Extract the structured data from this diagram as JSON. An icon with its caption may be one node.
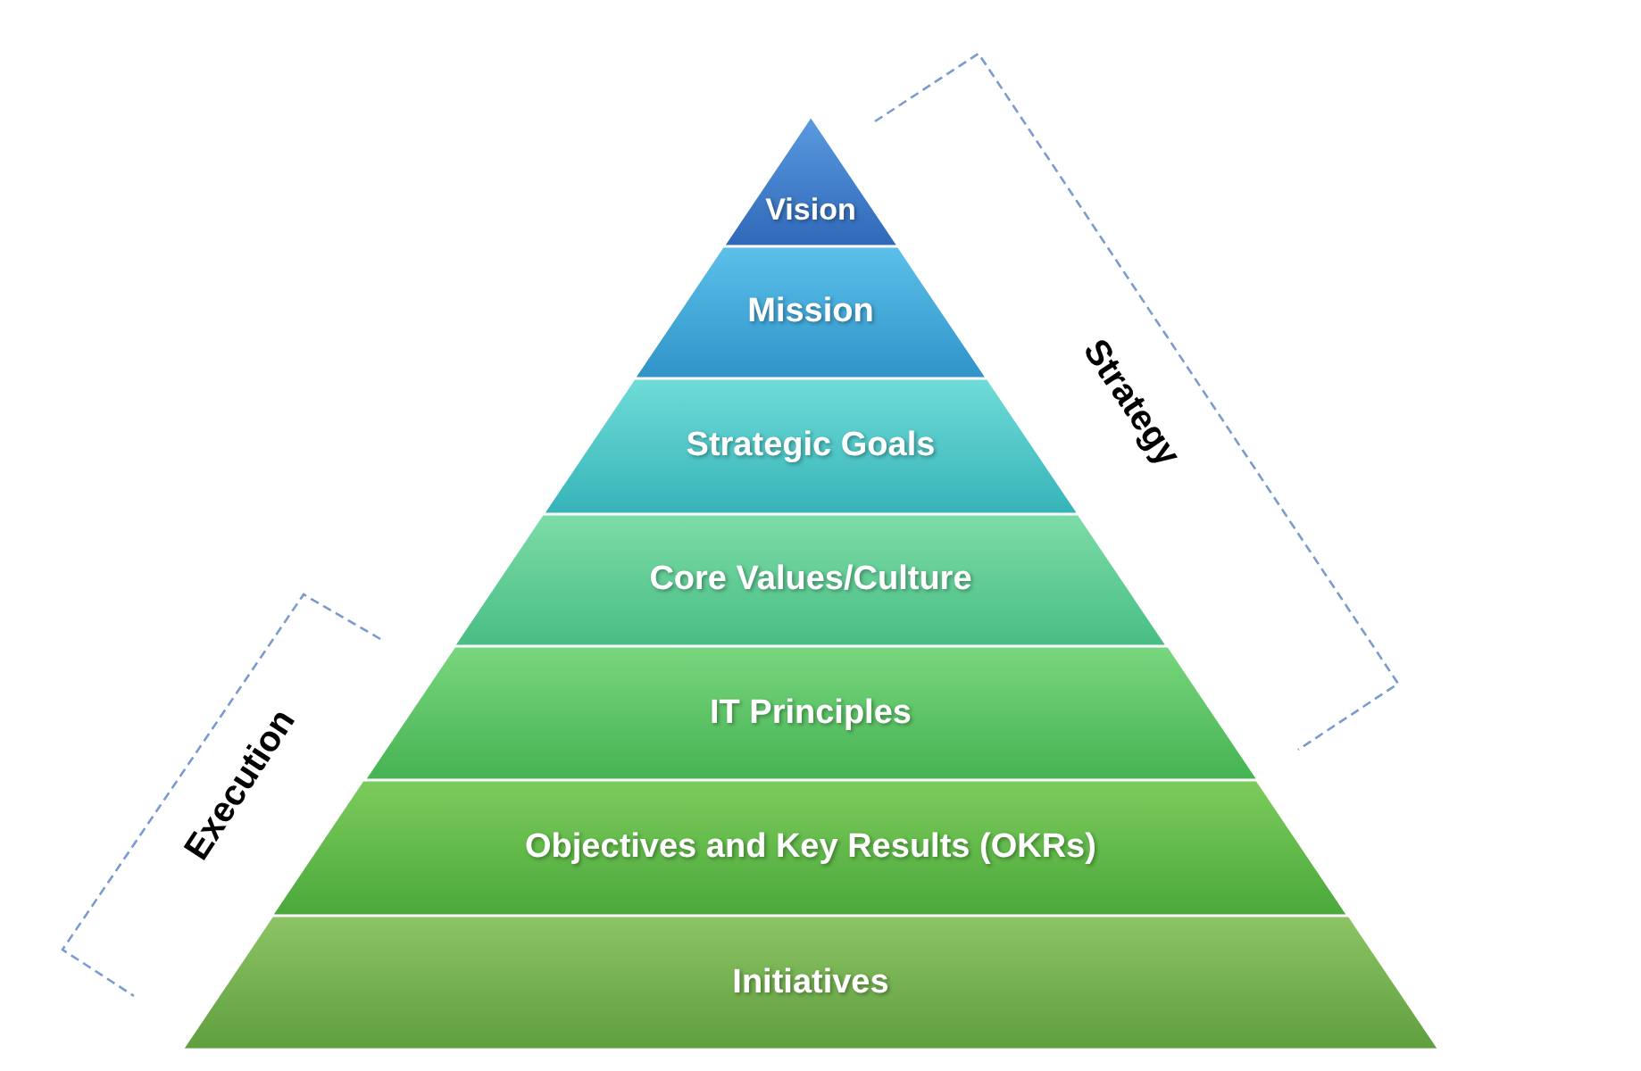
{
  "diagram": {
    "nodes": [
      {
        "text": [
          "Vision"
        ]
      },
      {
        "text": [
          "Mission"
        ]
      },
      {
        "text": [
          "Strategic Goals"
        ]
      },
      {
        "text": [
          "Core Values/Culture"
        ]
      },
      {
        "text": [
          "IT Principles"
        ]
      },
      {
        "text": [
          "Objectives and Key Results (OKRs)"
        ]
      },
      {
        "text": [
          "Initiatives"
        ]
      }
    ],
    "labels": [
      "Strategy",
      "Execution"
    ]
  }
}
